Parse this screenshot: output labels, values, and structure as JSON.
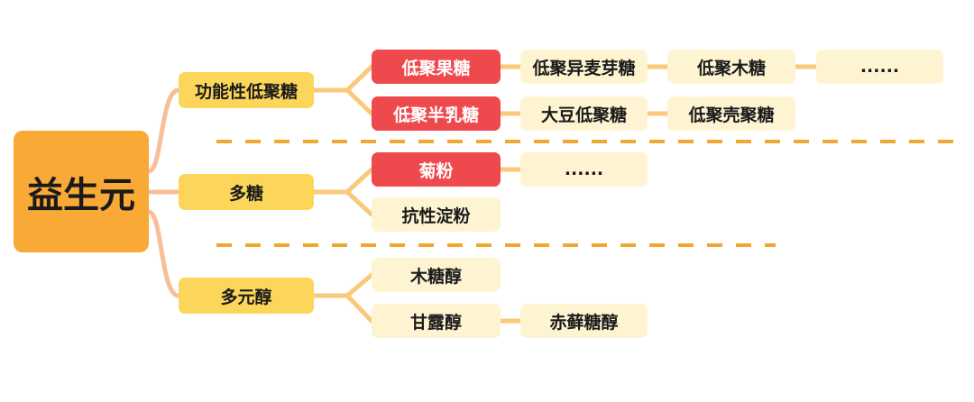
{
  "root": {
    "label": "益生元"
  },
  "branches": [
    {
      "label": "功能性低聚糖",
      "children": [
        "低聚果糖",
        "低聚半乳糖"
      ],
      "row1": [
        "低聚异麦芽糖",
        "低聚木糖",
        "......"
      ],
      "row2": [
        "大豆低聚糖",
        "低聚壳聚糖"
      ]
    },
    {
      "label": "多糖",
      "children": [
        "菊粉",
        "抗性淀粉"
      ],
      "row1": [
        "......"
      ]
    },
    {
      "label": "多元醇",
      "children": [
        "木糖醇",
        "甘露醇"
      ],
      "row2": [
        "赤藓糖醇"
      ]
    }
  ],
  "colors": {
    "root": "#F8A936",
    "level1": "#FBD65A",
    "highlight": "#EE4A4E",
    "leaf": "#FFF4D2",
    "dash": "#F0A830"
  }
}
